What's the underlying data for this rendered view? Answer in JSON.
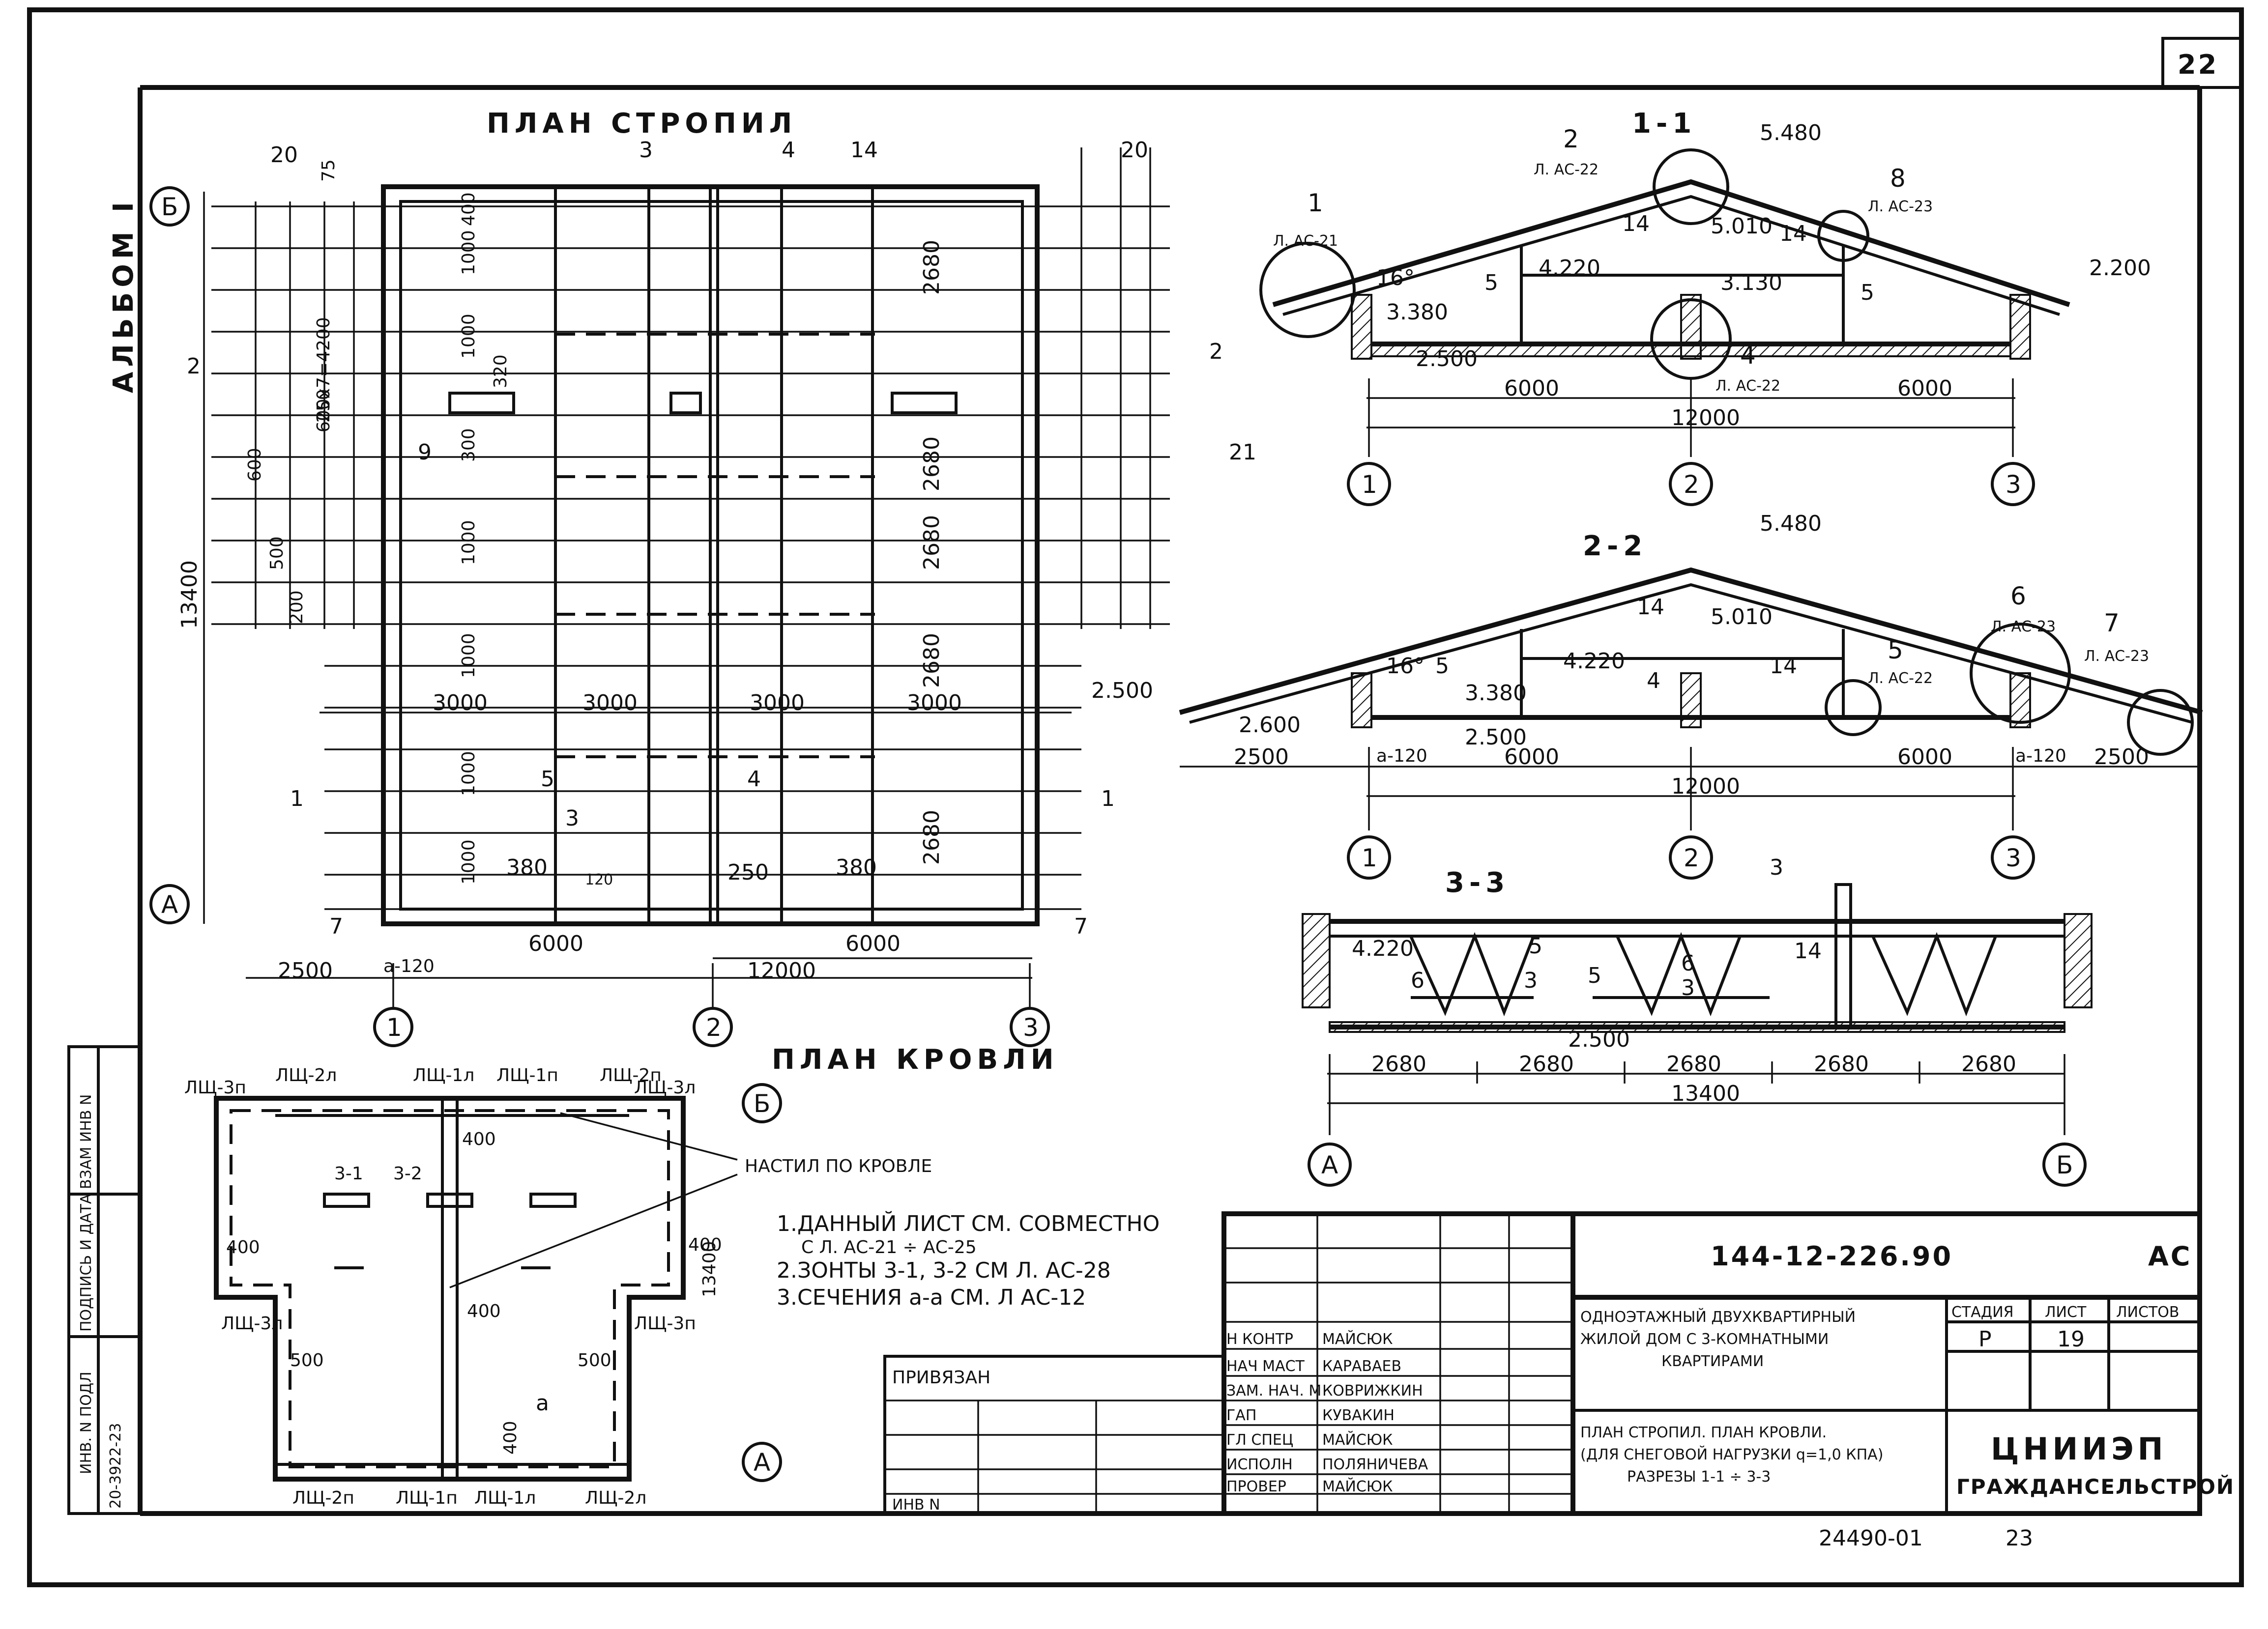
{
  "sheet": {
    "page_number": "22",
    "doc_number": "24490-01",
    "sheet_index": "23",
    "album": "АЛЬБОМ I"
  },
  "rafter_plan": {
    "title": "ПЛАН СТРОПИЛ",
    "axes_rows": [
      "Б",
      "А"
    ],
    "axes_cols": [
      "1",
      "2",
      "3"
    ],
    "dims": {
      "total_height": "13400",
      "left_overhang": "2500",
      "a_120": "а-120",
      "span_left": "6000",
      "span_right": "6000",
      "span_total": "12000",
      "top_20_left": "20",
      "top_75": "75",
      "top_20_right": "20",
      "spacing_3000": "3000",
      "v_2680": "2680",
      "v_1000": "1000",
      "v_400": "400",
      "v_600x7": "600х7=4200",
      "v_320": "320",
      "v_300": "300",
      "v_250": "250",
      "v_600": "600",
      "v_500": "500",
      "v_200": "200",
      "d_380": "380",
      "d_250": "250",
      "d_120": "120",
      "d_2500_mark": "2.500"
    },
    "section_marks": [
      "3",
      "4",
      "14",
      "2",
      "1",
      "7",
      "9",
      "21",
      "5",
      "3",
      "1",
      "4",
      "2",
      "7"
    ]
  },
  "roof_plan": {
    "title": "ПЛАН КРОВЛИ",
    "labels": [
      "ЛЩ-2л",
      "ЛЩ-1л",
      "ЛЩ-1п",
      "ЛЩ-2п",
      "ЛЩ-3п",
      "ЛЩ-3л",
      "ЛЩ-3л",
      "ЛЩ-3п",
      "ЛЩ-2п",
      "ЛЩ-1п",
      "ЛЩ-1л",
      "ЛЩ-2л"
    ],
    "hatch_marks": [
      "3-1",
      "3-2"
    ],
    "dims": {
      "d400": "400",
      "d500": "500",
      "d13400": "13400",
      "a": "а"
    },
    "callout": "НАСТИЛ ПО КРОВЛЕ",
    "axes": [
      "Б",
      "А"
    ]
  },
  "section_1_1": {
    "title": "1-1",
    "elev": {
      "ridge": "5.480",
      "inner": "5.010",
      "mid": "4.220",
      "ceiling": "3.130",
      "base": "3.380",
      "floor": "2.500",
      "eave": "2.200"
    },
    "angle": "16°",
    "nodes": [
      {
        "num": "1",
        "ref": "Л. АС-21"
      },
      {
        "num": "2",
        "ref": "Л. АС-22"
      },
      {
        "num": "8",
        "ref": "Л. АС-23"
      },
      {
        "num": "4",
        "ref": "Л. АС-22"
      }
    ],
    "members": [
      "14",
      "14",
      "5",
      "5"
    ],
    "dims": {
      "left": "6000",
      "right": "6000",
      "total": "12000"
    },
    "axes": [
      "1",
      "2",
      "3"
    ]
  },
  "section_2_2": {
    "title": "2-2",
    "elev": {
      "ridge": "5.480",
      "inner": "5.010",
      "mid": "4.220",
      "base": "3.380",
      "floor": "2.500",
      "eave": "2.600"
    },
    "angle": "16°",
    "nodes": [
      {
        "num": "6",
        "ref": "Л. АС-23"
      },
      {
        "num": "7",
        "ref": "Л. АС-23"
      },
      {
        "num": "5",
        "ref": "Л. АС-22"
      }
    ],
    "members": [
      "14",
      "14",
      "5",
      "4"
    ],
    "dims": {
      "overhang_l": "2500",
      "a_l": "а-120",
      "left": "6000",
      "right": "6000",
      "a_r": "а-120",
      "overhang_r": "2500",
      "total": "12000"
    },
    "axes": [
      "1",
      "2",
      "3"
    ]
  },
  "section_3_3": {
    "title": "3-3",
    "elev": {
      "mid": "4.220",
      "floor": "2.500"
    },
    "members": [
      "3",
      "5",
      "5",
      "6",
      "6",
      "3",
      "3",
      "14"
    ],
    "dims": [
      "2680",
      "2680",
      "2680",
      "2680",
      "2680"
    ],
    "total": "13400",
    "axes": [
      "А",
      "Б"
    ]
  },
  "notes": [
    "1.ДАННЫЙ ЛИСТ СМ. СОВМЕСТНО",
    "С Л. АС-21 ÷ АС-25",
    "2.ЗОНТЫ 3-1, 3-2 СМ Л. АС-28",
    "3.СЕЧЕНИЯ а-а СМ. Л АС-12"
  ],
  "side_stamp": {
    "labels": [
      "ВЗАМ ИНВ N",
      "ПОДПИСЬ И ДАТА",
      "ИНВ. N ПОДЛ"
    ],
    "value": "20-3922-23"
  },
  "title_block": {
    "code": "144-12-226.90",
    "discipline": "АС",
    "privyazan": "ПРИВЯЗАН",
    "inv_n": "ИНВ N",
    "staff": [
      {
        "role": "Н КОНТР",
        "name": "МАЙСЮК"
      },
      {
        "role": "НАЧ МАСТ",
        "name": "КАРАВАЕВ"
      },
      {
        "role": "ЗАМ. НАЧ. М",
        "name": "КОВРИЖКИН"
      },
      {
        "role": "ГАП",
        "name": "КУВАКИН"
      },
      {
        "role": "ГЛ СПЕЦ",
        "name": "МАЙСЮК"
      },
      {
        "role": "ИСПОЛН",
        "name": "ПОЛЯНИЧЕВА"
      },
      {
        "role": "ПРОВЕР",
        "name": "МАЙСЮК"
      }
    ],
    "project_title": [
      "ОДНОЭТАЖНЫЙ ДВУХКВАРТИРНЫЙ",
      "ЖИЛОЙ ДОМ С 3-КОМНАТНЫМИ",
      "КВАРТИРАМИ"
    ],
    "sheet_title": [
      "ПЛАН СТРОПИЛ. ПЛАН КРОВЛИ.",
      "(ДЛЯ СНЕГОВОЙ НАГРУЗКИ q=1,0 КПА)",
      "РАЗРЕЗЫ 1-1 ÷ 3-3"
    ],
    "stage_label": "СТАДИЯ",
    "sheet_label": "ЛИСТ",
    "sheets_label": "ЛИСТОВ",
    "stage": "Р",
    "sheet_no": "19",
    "org": "ЦНИИЭП",
    "org2": "ГРАЖДАНСЕЛЬСТРОЙ"
  }
}
